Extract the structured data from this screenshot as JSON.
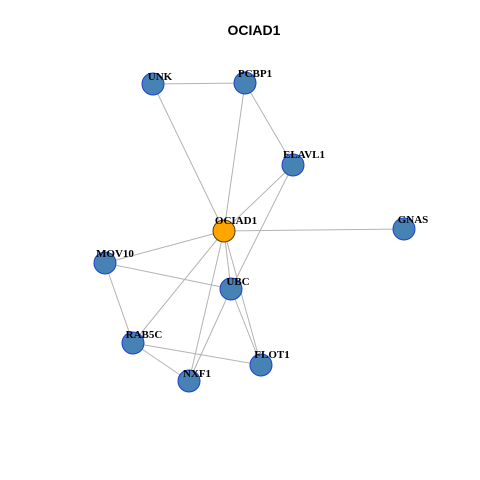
{
  "title": "OCIAD1",
  "colors": {
    "node_fill": "#4682B4",
    "node_stroke": "#1f3fd6",
    "focus_fill": "#FFA500",
    "focus_stroke": "#5a3a00",
    "edge": "#b3b3b3"
  },
  "nodes": [
    {
      "id": "UNK",
      "label": "UNK"
    },
    {
      "id": "PCBP1",
      "label": "PCBP1"
    },
    {
      "id": "ELAVL1",
      "label": "ELAVL1"
    },
    {
      "id": "OCIAD1",
      "label": "OCIAD1",
      "focus": true
    },
    {
      "id": "GNAS",
      "label": "GNAS"
    },
    {
      "id": "MOV10",
      "label": "MOV10"
    },
    {
      "id": "UBC",
      "label": "UBC"
    },
    {
      "id": "RAB5C",
      "label": "RAB5C"
    },
    {
      "id": "FLOT1",
      "label": "FLOT1"
    },
    {
      "id": "NXF1",
      "label": "NXF1"
    }
  ],
  "edges": [
    [
      "UNK",
      "PCBP1"
    ],
    [
      "UNK",
      "OCIAD1"
    ],
    [
      "PCBP1",
      "OCIAD1"
    ],
    [
      "PCBP1",
      "ELAVL1"
    ],
    [
      "ELAVL1",
      "OCIAD1"
    ],
    [
      "ELAVL1",
      "UBC"
    ],
    [
      "OCIAD1",
      "GNAS"
    ],
    [
      "OCIAD1",
      "MOV10"
    ],
    [
      "OCIAD1",
      "UBC"
    ],
    [
      "OCIAD1",
      "RAB5C"
    ],
    [
      "OCIAD1",
      "NXF1"
    ],
    [
      "OCIAD1",
      "FLOT1"
    ],
    [
      "MOV10",
      "UBC"
    ],
    [
      "MOV10",
      "RAB5C"
    ],
    [
      "UBC",
      "NXF1"
    ],
    [
      "UBC",
      "FLOT1"
    ],
    [
      "RAB5C",
      "NXF1"
    ],
    [
      "RAB5C",
      "FLOT1"
    ]
  ]
}
